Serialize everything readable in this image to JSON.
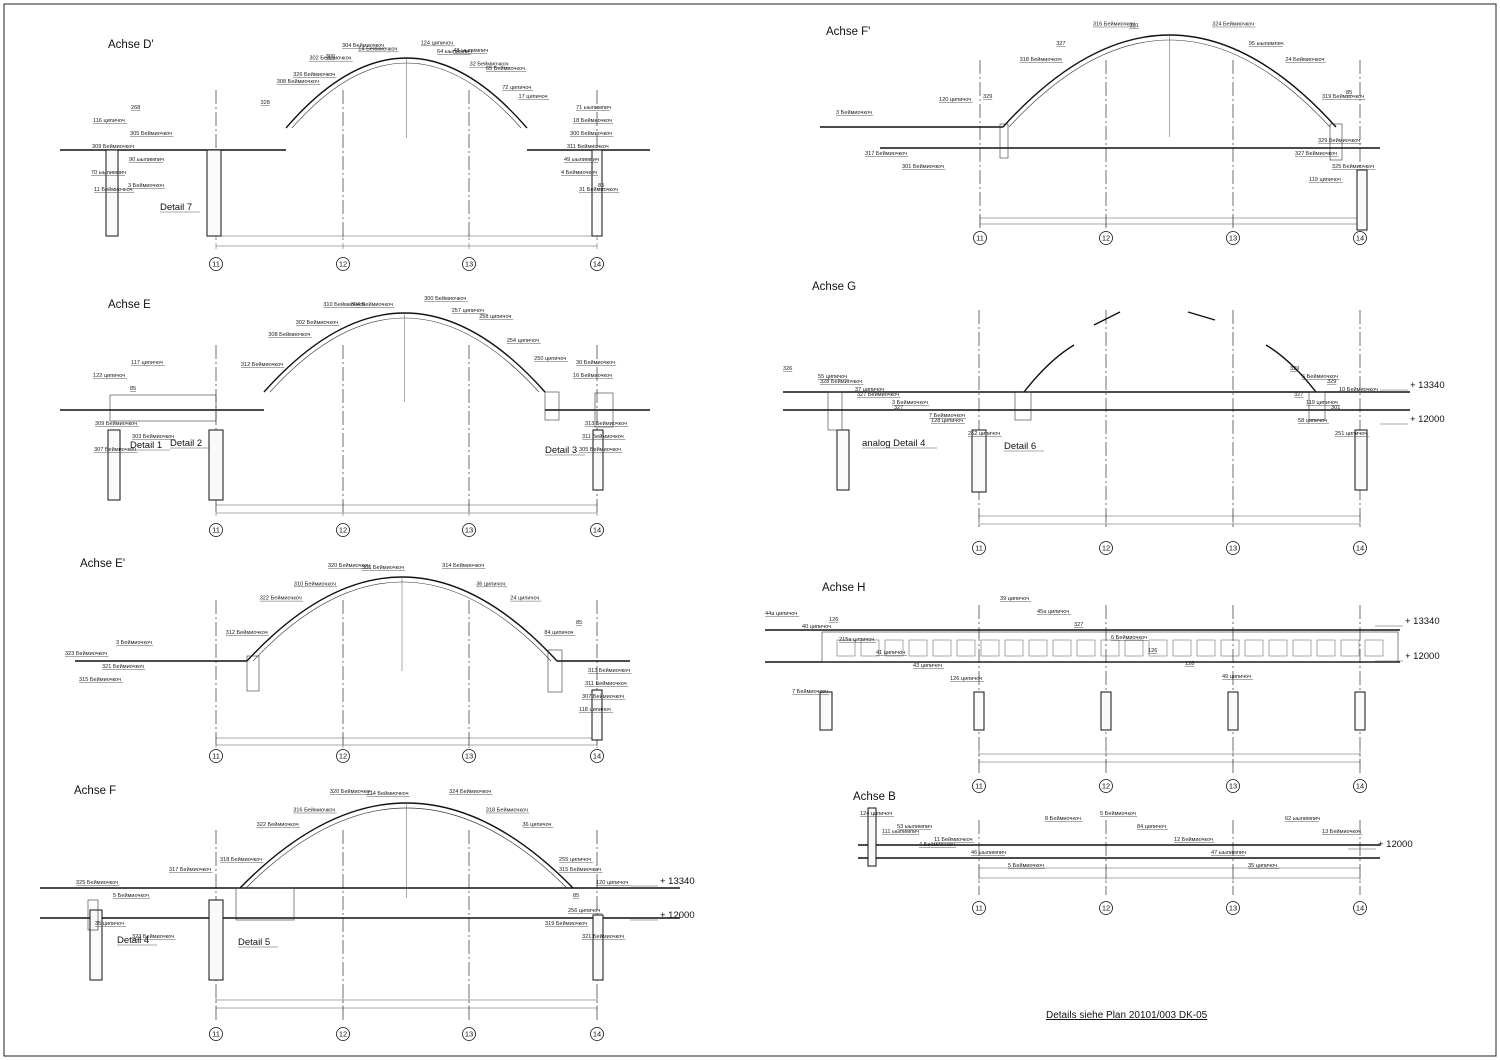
{
  "sections": {
    "achse_d_prime": {
      "title": "Achse D'",
      "labels": [
        "328",
        "308 Беймиочкоч",
        "326 Беймиочкоч",
        "302 Беймиочкоч",
        "300",
        "304 Беймиочкоч",
        "14 Беймиочкоч",
        "124 ципичоч",
        "64 ыыпимпич",
        "48 ыыпимпич",
        "32 Беймиочкоч",
        "65 Беймиочкоч",
        "72 ципичоч",
        "17 ципичоч",
        "11 Беймиочкоч",
        "31 Беймиочкоч",
        "268",
        "71 ыыпимпич",
        "116 ципичоч",
        "18 Беймиочкоч",
        "305 Беймиочкоч",
        "300 Беймиочкоч",
        "309 Беймиочкоч",
        "311 Беймиочкоч",
        "90 ыыпимпич",
        "49 ыыпимпич",
        "70 ыыпимпич",
        "4 Беймиочкоч",
        "3 Беймиочкоч",
        "85"
      ],
      "details": [
        "Detail 7"
      ]
    },
    "achse_e": {
      "title": "Achse E",
      "labels": [
        "312 Беймиочкоч",
        "308 Беймиочкоч",
        "302 Беймиочкоч",
        "310 Беймиочкоч",
        "304 Беймиочкоч",
        "300 Беймиочкоч",
        "257 ципичоч",
        "258 ципичоч",
        "254 ципичоч",
        "250 ципичоч",
        "309 Беймиочкоч",
        "313 Беймиочкоч",
        "303 Беймиочкоч",
        "311 Беймиочкоч",
        "307 Беймиочкоч",
        "305 Беймиочкоч",
        "117 ципичоч",
        "30 Беймиочкоч",
        "122 ципичоч",
        "16 Беймиочкоч",
        "85"
      ],
      "details": [
        "Detail 1",
        "Detail 2",
        "Detail 3"
      ]
    },
    "achse_e_prime": {
      "title": "Achse E'",
      "labels": [
        "312 Беймиочкоч",
        "322 Беймиочкоч",
        "310 Беймиочкоч",
        "320 Беймиочкоч",
        "306 Беймиочкоч",
        "314 Беймиочкоч",
        "36 ципичоч",
        "24 ципичоч",
        "84 ципичоч",
        "313 Беймиочкоч",
        "323 Беймиочкоч",
        "311 Беймиочкоч",
        "321 Беймиочкоч",
        "307 Беймиочкоч",
        "315 Беймиочкоч",
        "118 ципичоч",
        "3 Беймиочкоч",
        "85"
      ],
      "details": []
    },
    "achse_f": {
      "title": "Achse F",
      "labels": [
        "318 Беймиочкоч",
        "322 Беймиочкоч",
        "316 Беймиочкоч",
        "320 Беймиочкоч",
        "314 Беймиочкоч",
        "324 Беймиочкоч",
        "318 Беймиочкоч",
        "36 ципичоч",
        "255 ципичоч",
        "256 ципичоч",
        "35 ципичоч",
        "319 Беймиочкоч",
        "323 Беймиочкоч",
        "321 Беймиочкоч",
        "317 Беймиочкоч",
        "315 Беймиочкоч",
        "325 Беймиочкоч",
        "120 ципичоч",
        "5 Беймиочкоч",
        "85"
      ],
      "levels": [
        "+ 13340",
        "+ 12000"
      ],
      "details": [
        "Detail 4",
        "Detail 5"
      ]
    },
    "achse_f_prime": {
      "title": "Achse F'",
      "labels": [
        "329",
        "318 Беймиочкоч",
        "327",
        "316 Беймиочкоч",
        "301",
        "324 Беймиочкоч",
        "95 ыыпимпич",
        "24 Беймиочкоч",
        "319 Беймиочкоч",
        "329 Беймиочкоч",
        "317 Беймиочкоч",
        "327 Беймиочкоч",
        "301 Беймиочкоч",
        "325 Беймиочкоч",
        "120 ципичоч",
        "119 ципичоч",
        "3 Беймиочкоч",
        "85"
      ],
      "details": []
    },
    "achse_g": {
      "title": "Achse G",
      "labels": [
        "326",
        "329",
        "328 Беймиочкоч",
        "329",
        "327 Беймиочкоч",
        "327",
        "327",
        "301",
        "128 ципичоч",
        "58 ципичоч",
        "252 ципичоч",
        "251 ципичоч",
        "55 ципичоч",
        "6 Беймиочкоч",
        "37 ципичоч",
        "10 Беймиочкоч",
        "3 Беймиочкоч",
        "119 ципичоч",
        "7 Беймиочкоч"
      ],
      "levels": [
        "+ 13340",
        "+ 12000"
      ],
      "details": [
        "analog Detail 4",
        "Detail 6"
      ]
    },
    "achse_h": {
      "title": "Achse H",
      "labels": [
        "44a ципичоч",
        "39 ципичоч",
        "40 ципичоч",
        "45a ципичоч",
        "215a ципичоч",
        "327",
        "41 ципичоч",
        "6 Беймиочкоч",
        "43 ципичоч",
        "126",
        "126 ципичоч",
        "128",
        "7 Беймиочкоч",
        "49 ципичоч",
        "126"
      ],
      "levels": [
        "+ 13340",
        "+ 12000"
      ],
      "details": []
    },
    "achse_b": {
      "title": "Achse B",
      "labels": [
        "124 ципичоч",
        "5 Беймиочкоч",
        "53 ыыпимпич",
        "84 ципичоч",
        "11 Беймиочкоч",
        "12 Беймиочкоч",
        "46 ыыпимпич",
        "47 ыыпимпич",
        "5 Беймиочкоч",
        "35 ципичоч",
        "8 Беймиочкоч",
        "62 ыыпимпич",
        "111 ыыпимпич",
        "13 Беймиочкоч",
        "4 Беймиочкоч"
      ],
      "levels": [
        "+ 12000"
      ],
      "details": []
    }
  },
  "axis_numbers": [
    "11",
    "12",
    "13",
    "14"
  ],
  "footer": "Details siehe Plan 20101/003 DK-05"
}
